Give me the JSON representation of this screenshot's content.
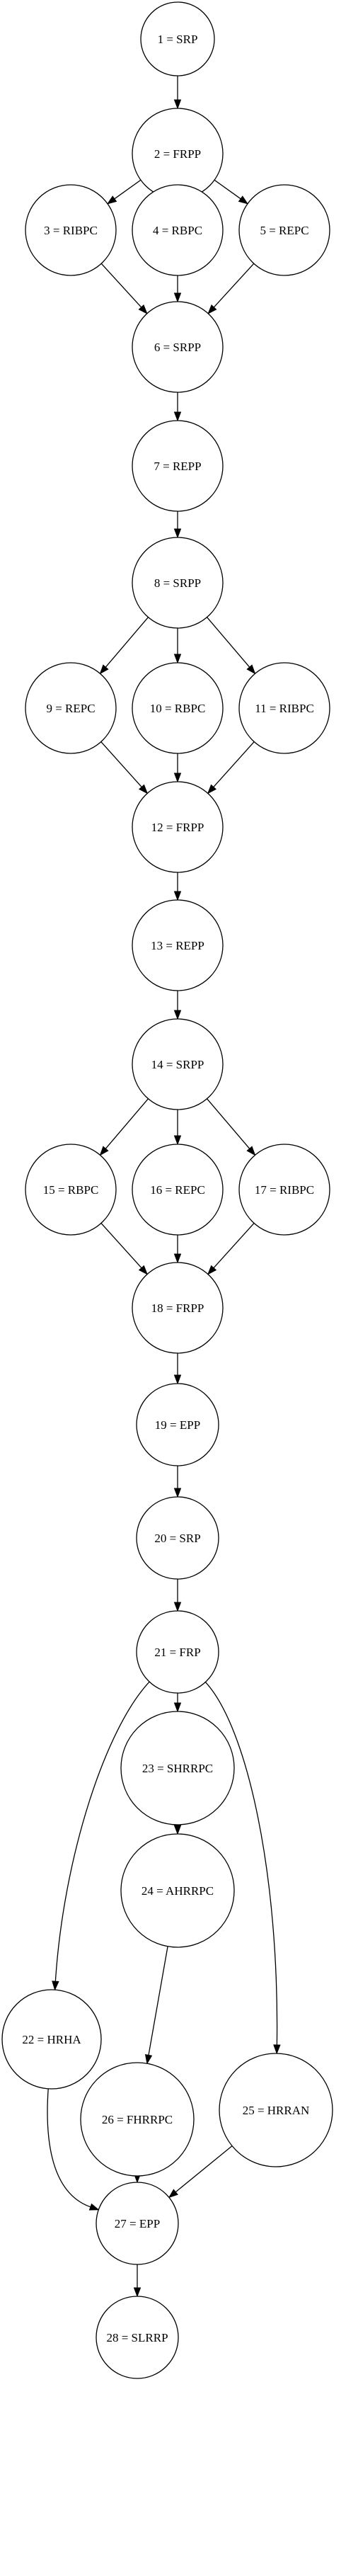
{
  "nodes": [
    {
      "id": 1,
      "label": "1 = SRP"
    },
    {
      "id": 2,
      "label": "2 = FRPP"
    },
    {
      "id": 3,
      "label": "3 = RIBPC"
    },
    {
      "id": 4,
      "label": "4 = RBPC"
    },
    {
      "id": 5,
      "label": "5 = REPC"
    },
    {
      "id": 6,
      "label": "6 = SRPP"
    },
    {
      "id": 7,
      "label": "7 = REPP"
    },
    {
      "id": 8,
      "label": "8 = SRPP"
    },
    {
      "id": 9,
      "label": "9 = REPC"
    },
    {
      "id": 10,
      "label": "10 = RBPC"
    },
    {
      "id": 11,
      "label": "11 = RIBPC"
    },
    {
      "id": 12,
      "label": "12 = FRPP"
    },
    {
      "id": 13,
      "label": "13 = REPP"
    },
    {
      "id": 14,
      "label": "14 = SRPP"
    },
    {
      "id": 15,
      "label": "15 = RBPC"
    },
    {
      "id": 16,
      "label": "16 = REPC"
    },
    {
      "id": 17,
      "label": "17 = RIBPC"
    },
    {
      "id": 18,
      "label": "18 = FRPP"
    },
    {
      "id": 19,
      "label": "19 = EPP"
    },
    {
      "id": 20,
      "label": "20 = SRP"
    },
    {
      "id": 21,
      "label": "21 = FRP"
    },
    {
      "id": 22,
      "label": "22 = HRHA"
    },
    {
      "id": 23,
      "label": "23 = SHRRPC"
    },
    {
      "id": 24,
      "label": "24 = AHRRPC"
    },
    {
      "id": 25,
      "label": "25 = HRRAN"
    },
    {
      "id": 26,
      "label": "26 = FHRRPC"
    },
    {
      "id": 27,
      "label": "27 = EPP"
    },
    {
      "id": 28,
      "label": "28 = SLRRP"
    }
  ],
  "edges": [
    {
      "from": 1,
      "to": 2
    },
    {
      "from": 2,
      "to": 3
    },
    {
      "from": 2,
      "to": 4
    },
    {
      "from": 2,
      "to": 5
    },
    {
      "from": 3,
      "to": 6
    },
    {
      "from": 4,
      "to": 6
    },
    {
      "from": 5,
      "to": 6
    },
    {
      "from": 6,
      "to": 7
    },
    {
      "from": 7,
      "to": 8
    },
    {
      "from": 8,
      "to": 9
    },
    {
      "from": 8,
      "to": 10
    },
    {
      "from": 8,
      "to": 11
    },
    {
      "from": 9,
      "to": 12
    },
    {
      "from": 10,
      "to": 12
    },
    {
      "from": 11,
      "to": 12
    },
    {
      "from": 12,
      "to": 13
    },
    {
      "from": 13,
      "to": 14
    },
    {
      "from": 14,
      "to": 15
    },
    {
      "from": 14,
      "to": 16
    },
    {
      "from": 14,
      "to": 17
    },
    {
      "from": 15,
      "to": 18
    },
    {
      "from": 16,
      "to": 18
    },
    {
      "from": 17,
      "to": 18
    },
    {
      "from": 18,
      "to": 19
    },
    {
      "from": 19,
      "to": 20
    },
    {
      "from": 20,
      "to": 21
    },
    {
      "from": 21,
      "to": 22
    },
    {
      "from": 21,
      "to": 23
    },
    {
      "from": 21,
      "to": 25
    },
    {
      "from": 23,
      "to": 24
    },
    {
      "from": 24,
      "to": 26
    },
    {
      "from": 22,
      "to": 27
    },
    {
      "from": 26,
      "to": 27
    },
    {
      "from": 25,
      "to": 27
    },
    {
      "from": 27,
      "to": 28
    }
  ]
}
